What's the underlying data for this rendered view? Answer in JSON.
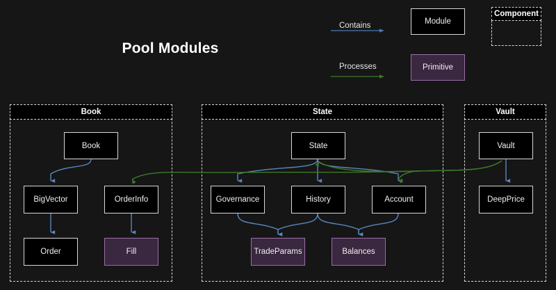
{
  "title": "Pool Modules",
  "colors": {
    "background": "#161616",
    "module_fill": "#000000",
    "module_border": "#d8d8d8",
    "primitive_fill": "#3a2740",
    "primitive_border": "#9a6fa6",
    "contains_edge": "#4a7ab5",
    "processes_edge": "#3d7a28",
    "group_border": "#d9d9d9",
    "text": "#f0f0f0"
  },
  "legend": {
    "contains_label": "Contains",
    "processes_label": "Processes",
    "module_sample": "Module",
    "primitive_sample": "Primitive",
    "component_sample": "Component"
  },
  "groups": [
    {
      "id": "book",
      "label": "Book"
    },
    {
      "id": "state",
      "label": "State"
    },
    {
      "id": "vault",
      "label": "Vault"
    }
  ],
  "nodes": {
    "book": {
      "label": "Book",
      "type": "module"
    },
    "bigvector": {
      "label": "BigVector",
      "type": "module"
    },
    "orderinfo": {
      "label": "OrderInfo",
      "type": "module"
    },
    "order": {
      "label": "Order",
      "type": "module"
    },
    "fill": {
      "label": "Fill",
      "type": "primitive"
    },
    "state": {
      "label": "State",
      "type": "module"
    },
    "governance": {
      "label": "Governance",
      "type": "module"
    },
    "history": {
      "label": "History",
      "type": "module"
    },
    "account": {
      "label": "Account",
      "type": "module"
    },
    "tradeparams": {
      "label": "TradeParams",
      "type": "primitive"
    },
    "balances": {
      "label": "Balances",
      "type": "primitive"
    },
    "vault": {
      "label": "Vault",
      "type": "module"
    },
    "deepprice": {
      "label": "DeepPrice",
      "type": "module"
    }
  },
  "edges": [
    {
      "from": "book",
      "to": "bigvector",
      "kind": "contains"
    },
    {
      "from": "book",
      "to": "orderinfo",
      "kind": "contains"
    },
    {
      "from": "bigvector",
      "to": "order",
      "kind": "contains"
    },
    {
      "from": "orderinfo",
      "to": "fill",
      "kind": "contains"
    },
    {
      "from": "state",
      "to": "governance",
      "kind": "contains"
    },
    {
      "from": "state",
      "to": "history",
      "kind": "contains"
    },
    {
      "from": "state",
      "to": "account",
      "kind": "contains"
    },
    {
      "from": "governance",
      "to": "tradeparams",
      "kind": "contains"
    },
    {
      "from": "history",
      "to": "tradeparams",
      "kind": "contains"
    },
    {
      "from": "history",
      "to": "balances",
      "kind": "contains"
    },
    {
      "from": "account",
      "to": "balances",
      "kind": "contains"
    },
    {
      "from": "vault",
      "to": "deepprice",
      "kind": "contains"
    },
    {
      "from": "vault",
      "to": "orderinfo",
      "kind": "processes"
    },
    {
      "from": "vault",
      "to": "account",
      "kind": "processes"
    },
    {
      "from": "vault",
      "to": "state",
      "kind": "processes"
    }
  ]
}
